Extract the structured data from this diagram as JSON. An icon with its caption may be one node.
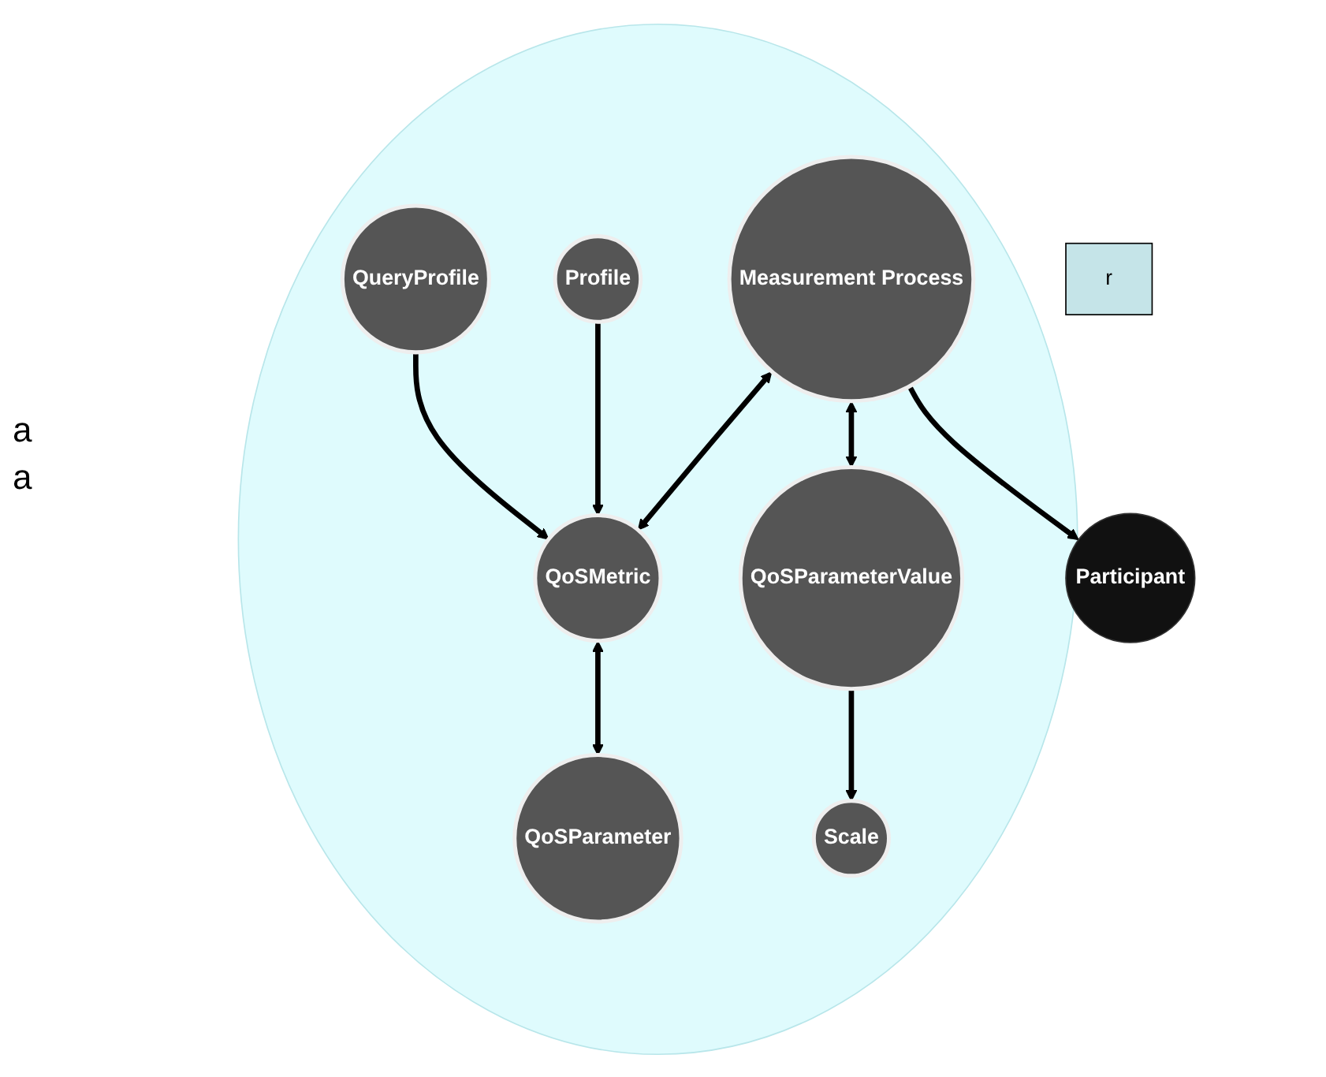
{
  "diagram": {
    "nodes": [
      {
        "text": [
          "r"
        ]
      },
      {
        "text": [],
        "shape": "circle"
      },
      {
        "text": [
          "Measurement Process"
        ],
        "in": 1
      },
      {
        "text": [
          "QoSMetric"
        ],
        "in": 1
      },
      {
        "text": [
          "Participant"
        ]
      },
      {
        "text": [
          "Profile"
        ],
        "in": 1
      },
      {
        "text": [
          "QoSParameter"
        ],
        "in": 1
      },
      {
        "text": [
          "QoSParameterValue"
        ],
        "in": 1
      },
      {
        "text": [
          "QueryProfile"
        ],
        "in": 1
      },
      {
        "text": [
          "Scale"
        ],
        "in": 1
      }
    ],
    "edges": [
      {
        "from": 2,
        "to": 3,
        "arrow": "both"
      },
      {
        "from": 2,
        "to": 4,
        "arrow": "to"
      },
      {
        "from": 2,
        "to": 7,
        "arrow": "both"
      },
      {
        "from": 5,
        "to": 3,
        "arrow": "to"
      },
      {
        "from": 8,
        "to": 3,
        "arrow": "to"
      },
      {
        "from": 3,
        "to": 6,
        "arrow": "both"
      },
      {
        "from": 7,
        "to": 9,
        "arrow": "to"
      }
    ],
    "labels": [
      "a",
      "a"
    ]
  }
}
